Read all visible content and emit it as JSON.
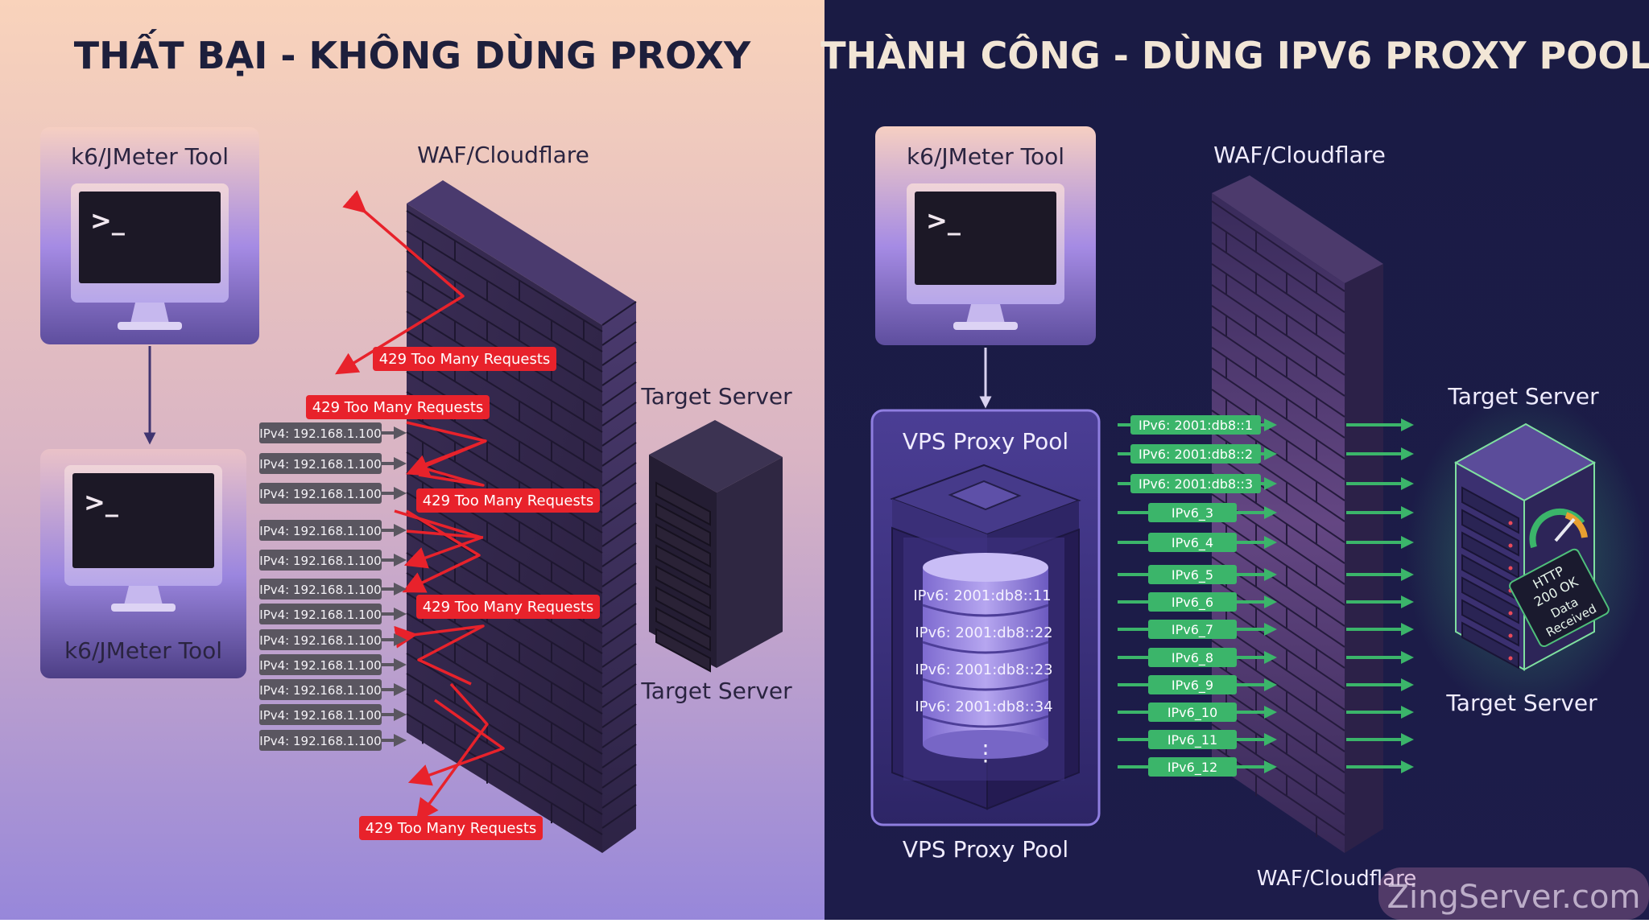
{
  "left_panel": {
    "title": "THẤT BẠI - KHÔNG DÙNG PROXY",
    "tool_top_label": "k6/JMeter Tool",
    "tool_bottom_label": "k6/JMeter Tool",
    "waf_label": "WAF/Cloudflare",
    "server_label_top": "Target Server",
    "server_label_bottom": "Target Server",
    "ip_labels": [
      "IPv4: 192.168.1.100",
      "IPv4: 192.168.1.100",
      "IPv4: 192.168.1.100",
      "IPv4: 192.168.1.100",
      "IPv4: 192.168.1.100",
      "IPv4: 192.168.1.100",
      "IPv4: 192.168.1.100",
      "IPv4: 192.168.1.100",
      "IPv4: 192.168.1.100",
      "IPv4: 192.168.1.100",
      "IPv4: 192.168.1.100",
      "IPv4: 192.168.1.100"
    ],
    "error_labels": [
      "429 Too Many Requests",
      "429 Too Many Requests",
      "429 Too Many Requests",
      "429 Too Many Requests",
      "429 Too Many Requests"
    ]
  },
  "right_panel": {
    "title": "THÀNH CÔNG - DÙNG IPV6 PROXY POOL",
    "tool_label": "k6/JMeter Tool",
    "pool_label_top": "VPS Proxy Pool",
    "pool_label_bottom": "VPS Proxy Pool",
    "pool_entries": [
      "IPv6: 2001:db8::11",
      "IPv6: 2001:db8::22",
      "IPv6: 2001:db8::23",
      "IPv6: 2001:db8::34"
    ],
    "pool_ellipsis": "⋮",
    "waf_label": "WAF/Cloudflare",
    "server_label_top": "Target Server",
    "server_label_bottom": "Target Server",
    "server_badge_line1": "HTTP",
    "server_badge_line2": "200 OK",
    "server_badge_line3": "Data",
    "server_badge_line4": "Received",
    "ip_labels": [
      "IPv6: 2001:db8::1",
      "IPv6: 2001:db8::2",
      "IPv6: 2001:db8::3",
      "IPv6_3",
      "IPv6_4",
      "IPv6_5",
      "IPv6_6",
      "IPv6_7",
      "IPv6_8",
      "IPv6_9",
      "IPv6_10",
      "IPv6_11",
      "IPv6_12"
    ]
  },
  "watermark": "ZingServer.com",
  "prompt_glyph": ">_",
  "colors": {
    "left_bg_top": "#f8d2bb",
    "left_bg_bottom": "#9a88dc",
    "right_bg": "#1b1c48",
    "error_red": "#e8222b",
    "success_green": "#3bb56a",
    "ip_gray": "#5a5660",
    "title_dark": "#1d1f3c",
    "title_light": "#f2e6d6"
  }
}
